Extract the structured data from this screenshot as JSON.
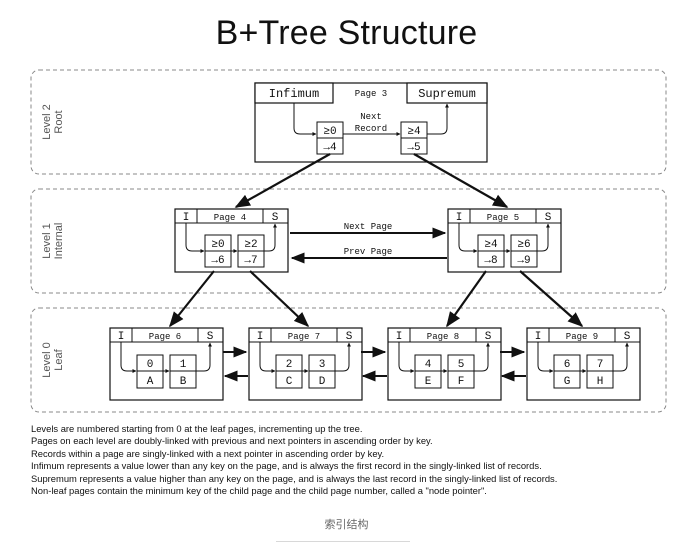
{
  "title": "B+Tree Structure",
  "levels": [
    {
      "name": "Level 2",
      "sub": "Root"
    },
    {
      "name": "Level 1",
      "sub": "Internal"
    },
    {
      "name": "Level 0",
      "sub": "Leaf"
    }
  ],
  "root": {
    "infimum": "Infimum",
    "supremum": "Supremum",
    "page": "Page 3",
    "next_record": [
      "Next",
      "Record"
    ],
    "records": [
      {
        "key": "≥0",
        "ptr": "→4"
      },
      {
        "key": "≥4",
        "ptr": "→5"
      }
    ]
  },
  "internal": [
    {
      "page": "Page 4",
      "inf": "I",
      "sup": "S",
      "records": [
        {
          "key": "≥0",
          "ptr": "→6"
        },
        {
          "key": "≥2",
          "ptr": "→7"
        }
      ]
    },
    {
      "page": "Page 5",
      "inf": "I",
      "sup": "S",
      "records": [
        {
          "key": "≥4",
          "ptr": "→8"
        },
        {
          "key": "≥6",
          "ptr": "→9"
        }
      ]
    }
  ],
  "internal_links": {
    "next": "Next Page",
    "prev": "Prev Page"
  },
  "leaves": [
    {
      "page": "Page 6",
      "inf": "I",
      "sup": "S",
      "records": [
        {
          "key": "0",
          "val": "A"
        },
        {
          "key": "1",
          "val": "B"
        }
      ]
    },
    {
      "page": "Page 7",
      "inf": "I",
      "sup": "S",
      "records": [
        {
          "key": "2",
          "val": "C"
        },
        {
          "key": "3",
          "val": "D"
        }
      ]
    },
    {
      "page": "Page 8",
      "inf": "I",
      "sup": "S",
      "records": [
        {
          "key": "4",
          "val": "E"
        },
        {
          "key": "5",
          "val": "F"
        }
      ]
    },
    {
      "page": "Page 9",
      "inf": "I",
      "sup": "S",
      "records": [
        {
          "key": "6",
          "val": "G"
        },
        {
          "key": "7",
          "val": "H"
        }
      ]
    }
  ],
  "notes": [
    "Levels are numbered starting from 0 at the leaf pages, incrementing up the tree.",
    "Pages on each level are doubly-linked with previous and next pointers in ascending order by key.",
    "Records within a page are singly-linked with a next pointer in ascending order by key.",
    "Infimum represents a value lower than any key on the page, and is always the first record in the singly-linked list of records.",
    "Supremum represents a value higher than any key on the page, and is always the last record in the singly-linked list of records.",
    "Non-leaf pages contain the minimum key of the child page and the child page number, called a \"node pointer\"."
  ],
  "caption": "索引结构"
}
